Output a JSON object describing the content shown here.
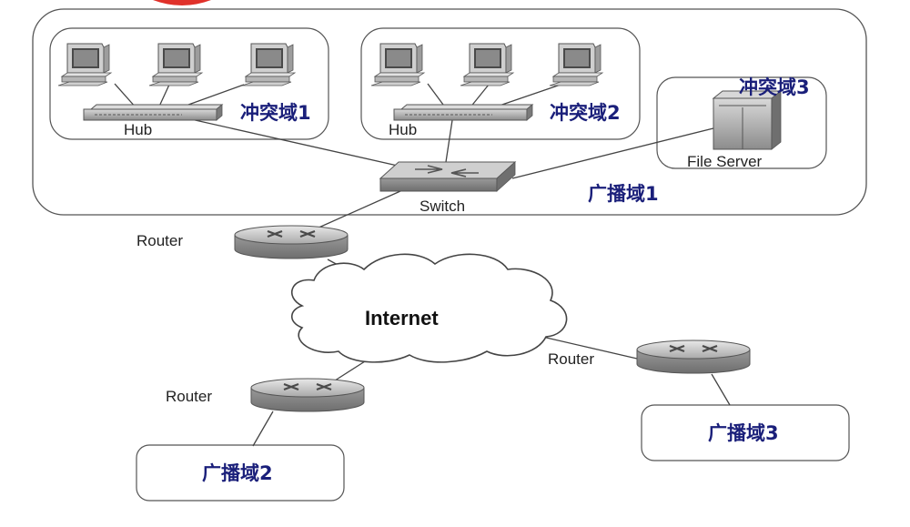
{
  "domains": {
    "collision_1": "冲突域1",
    "collision_2": "冲突域2",
    "collision_3": "冲突域3",
    "broadcast_1": "广播域1",
    "broadcast_2": "广播域2",
    "broadcast_3": "广播域3"
  },
  "devices": {
    "hub_1": "Hub",
    "hub_2": "Hub",
    "switch": "Switch",
    "file_server": "File Server",
    "router_top": "Router",
    "router_left": "Router",
    "router_right": "Router",
    "internet": "Internet"
  },
  "colors": {
    "domain_label": "#1a1f7a",
    "accent_top": "#e0312a"
  }
}
